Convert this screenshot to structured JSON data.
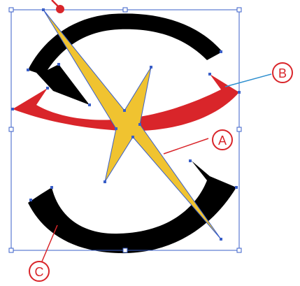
{
  "colors": {
    "bounding_box": "#3a5fc8",
    "anchor_fill": "#3a5fc8",
    "shape_c": "#000000",
    "shape_a": "#f0c330",
    "shape_b": "#d9252a",
    "callout_red": "#d9252a",
    "callout_blue": "#2e8fcf",
    "background": "#ffffff"
  },
  "callouts": {
    "a": {
      "label": "A"
    },
    "b": {
      "label": "B"
    },
    "c": {
      "label": "C"
    }
  }
}
